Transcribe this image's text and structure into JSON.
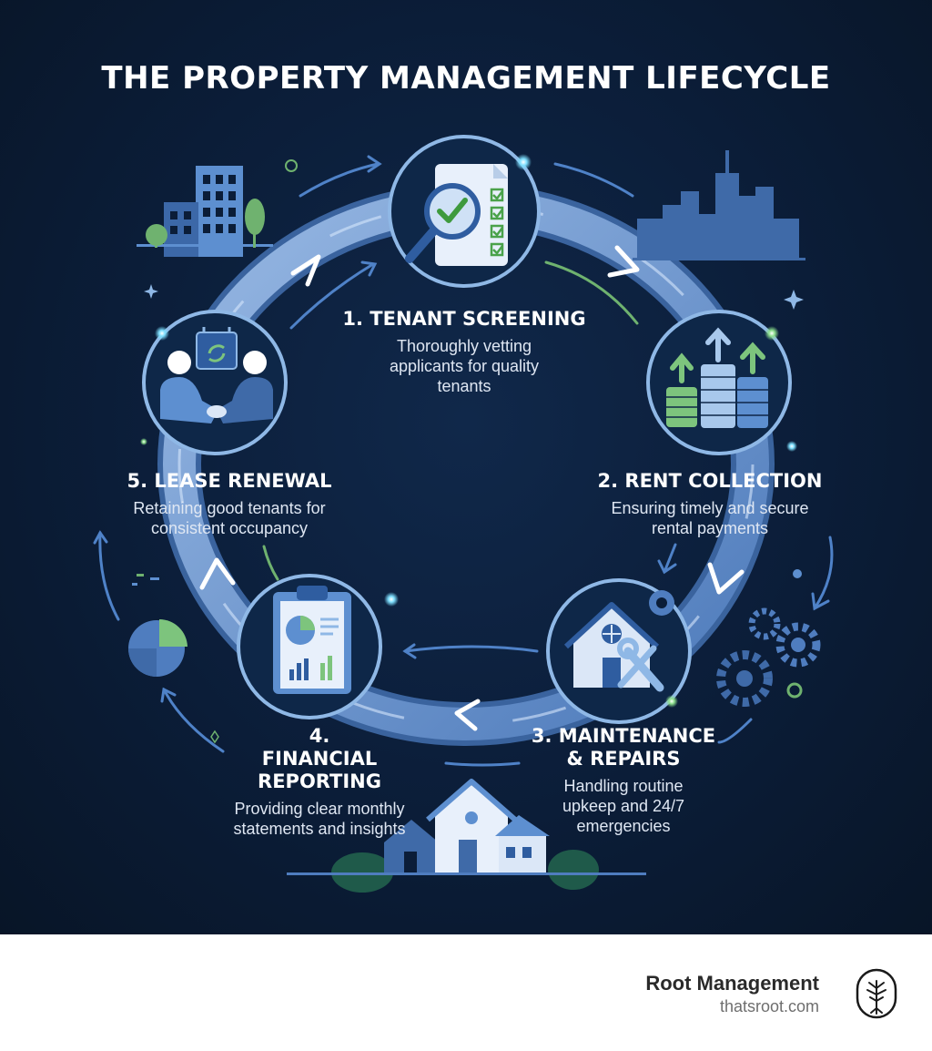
{
  "title": "THE PROPERTY MANAGEMENT LIFECYCLE",
  "steps": [
    {
      "title": "1. TENANT SCREENING",
      "description": "Thoroughly vetting applicants for quality tenants",
      "icon": "checklist-magnifier-icon"
    },
    {
      "title": "2. RENT COLLECTION",
      "description": "Ensuring timely and secure rental payments",
      "icon": "coin-stacks-icon"
    },
    {
      "title": "3. MAINTENANCE & REPAIRS",
      "description": "Handling routine upkeep and 24/7 emergencies",
      "icon": "house-wrench-icon"
    },
    {
      "title": "4. FINANCIAL REPORTING",
      "description": "Providing clear monthly statements and insights",
      "icon": "report-clipboard-icon"
    },
    {
      "title": "5. LEASE RENEWAL",
      "description": "Retaining good tenants for consistent occupancy",
      "icon": "handshake-icon"
    }
  ],
  "footer": {
    "brand": "Root Management",
    "url": "thatsroot.com",
    "logo_icon": "tree-logo-icon"
  },
  "colors": {
    "background": "#0b1d38",
    "ring": "#5b88c9",
    "accent_green": "#7dc47d",
    "glow": "#7fe0ff",
    "text": "#ffffff"
  }
}
